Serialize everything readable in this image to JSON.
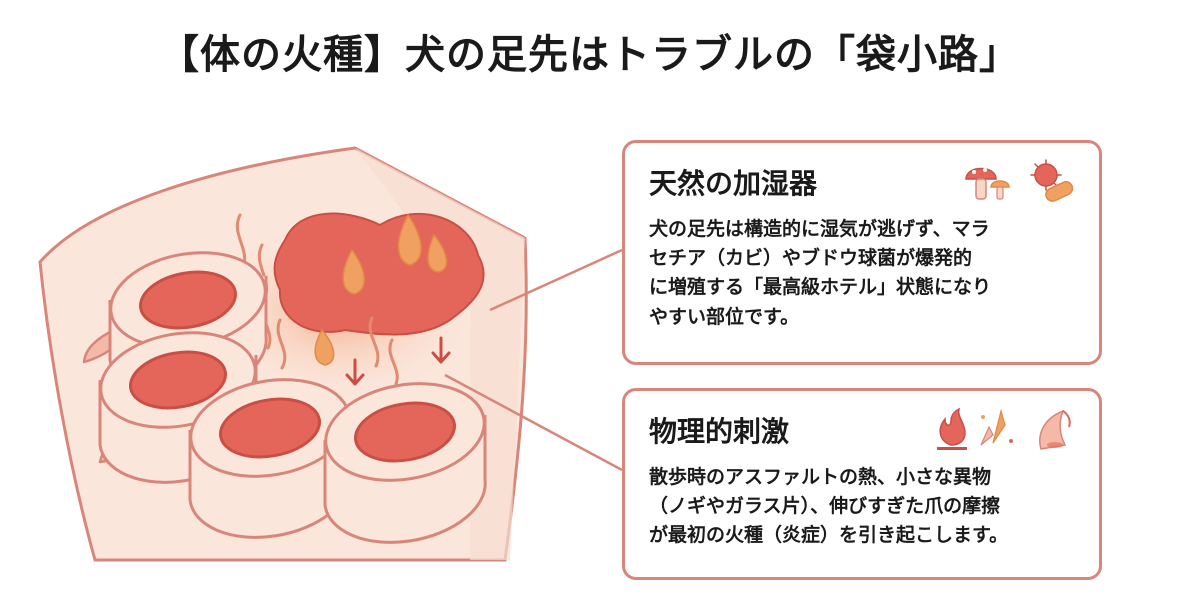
{
  "title": "【体の火種】犬の足先はトラブルの「袋小路」",
  "cards": [
    {
      "title": "天然の加湿器",
      "body": "犬の足先は構造的に湿気が逃げず、マラ\nセチア（カビ）やブドウ球菌が爆発的\nに増殖する「最高級ホテル」状態になり\nやすい部位です。",
      "icons": [
        "mushroom-icon",
        "bacteria-icon"
      ]
    },
    {
      "title": "物理的刺激",
      "body": "散歩時のアスファルトの熱、小さな異物\n（ノギやガラス片）、伸びすぎた爪の摩擦\nが最初の火種（炎症）を引き起こします。",
      "icons": [
        "flame-icon",
        "glass-shard-icon",
        "claw-icon"
      ]
    }
  ],
  "colors": {
    "border": "#d9867a",
    "pad": "#e4665b",
    "pad_light": "#f4b9a8",
    "skin": "#fbe6dc",
    "drop": "#f0a060",
    "text": "#1a1a1a"
  }
}
